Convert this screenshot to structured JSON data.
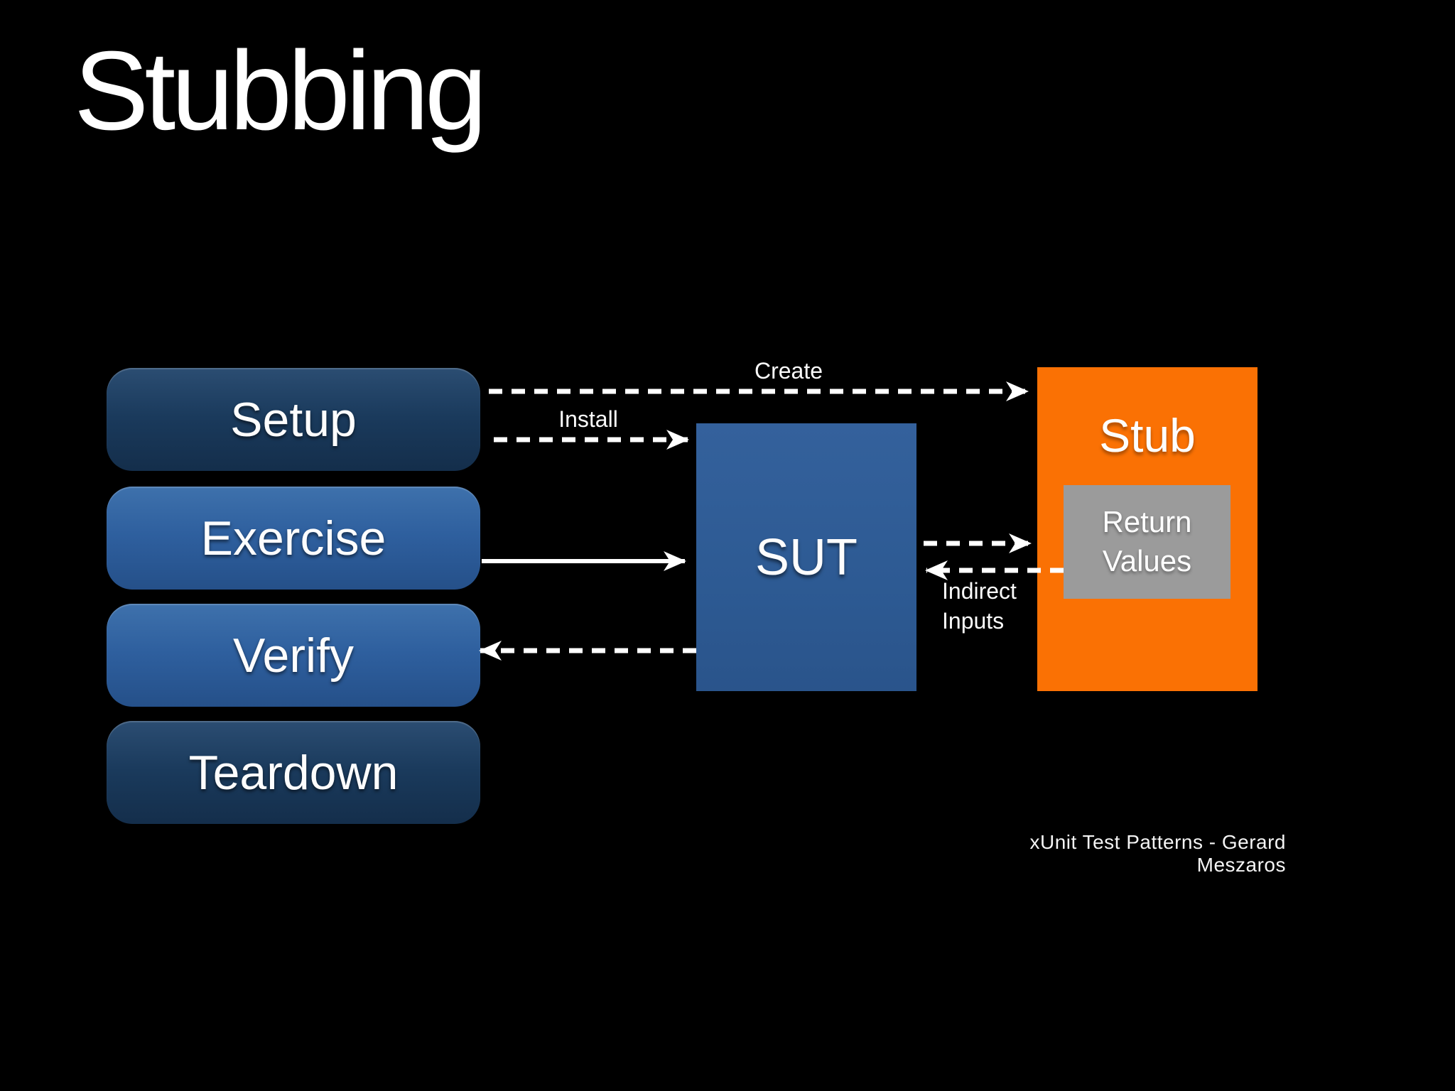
{
  "slide": {
    "title": "Stubbing",
    "attribution": "xUnit Test Patterns - Gerard Meszaros",
    "background_color": "#000000"
  },
  "phases": [
    {
      "label": "Setup",
      "style": "dark",
      "color": "#1a3a5c"
    },
    {
      "label": "Exercise",
      "style": "light",
      "color": "#2e5f9e"
    },
    {
      "label": "Verify",
      "style": "light",
      "color": "#2e5f9e"
    },
    {
      "label": "Teardown",
      "style": "dark",
      "color": "#1a3a5c"
    }
  ],
  "components": {
    "sut": {
      "label": "SUT",
      "color": "#2e5c94"
    },
    "stub": {
      "label": "Stub",
      "color": "#fa7104",
      "return_values": {
        "label": "Return Values",
        "color": "#9b9b9b"
      }
    }
  },
  "arrows": {
    "create": {
      "label": "Create",
      "style": "dashed",
      "from": "Setup",
      "to": "Stub"
    },
    "install": {
      "label": "Install",
      "style": "dashed",
      "from": "Setup",
      "to": "SUT"
    },
    "exercise": {
      "label": "",
      "style": "solid",
      "from": "Exercise",
      "to": "SUT"
    },
    "sut_to_stub": {
      "label": "",
      "style": "dashed",
      "from": "SUT",
      "to": "Stub"
    },
    "indirect_inputs": {
      "label": "Indirect Inputs",
      "style": "dashed",
      "from": "Stub",
      "to": "SUT"
    },
    "verify": {
      "label": "",
      "style": "dashed",
      "from": "SUT",
      "to": "Verify"
    }
  },
  "colors": {
    "background": "#000000",
    "text": "#ffffff",
    "arrow": "#ffffff",
    "phase_dark": "#1a3a5c",
    "phase_light": "#2e5f9e",
    "sut_blue": "#2e5c94",
    "stub_orange": "#fa7104",
    "return_values_gray": "#9b9b9b"
  }
}
